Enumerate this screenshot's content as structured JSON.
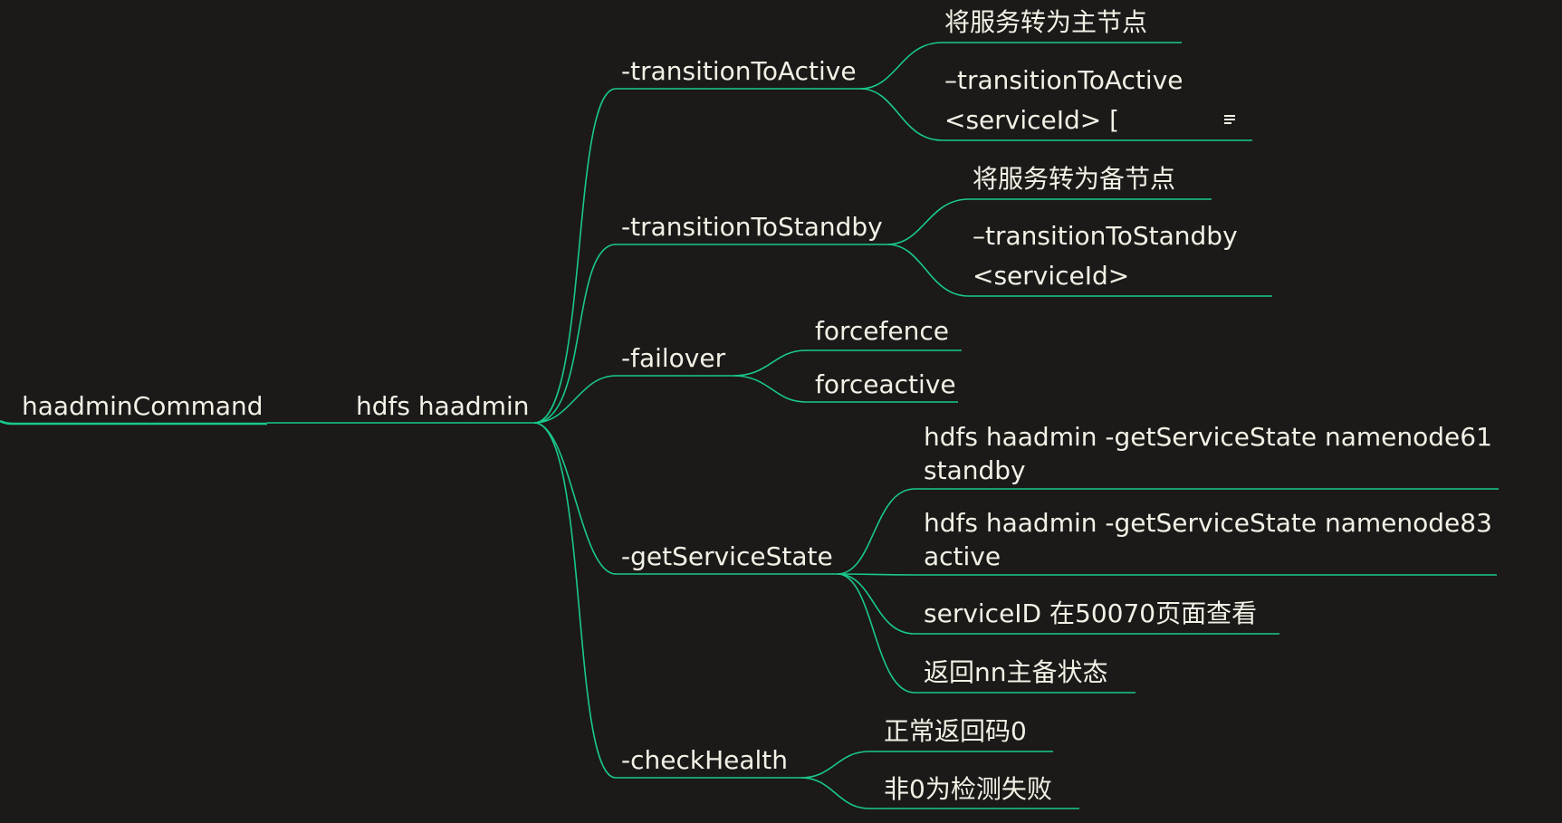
{
  "mindmap": {
    "root": "haadminCommand",
    "hub": "hdfs haadmin",
    "options": {
      "transitionToActive": {
        "label": "-transitionToActive",
        "children": [
          "将服务转为主节点",
          "–transitionToActive",
          "<serviceId> ["
        ]
      },
      "transitionToStandby": {
        "label": "-transitionToStandby",
        "children": [
          "将服务转为备节点",
          "–transitionToStandby",
          "<serviceId>"
        ]
      },
      "failover": {
        "label": "-failover",
        "children": [
          "forcefence",
          "forceactive"
        ]
      },
      "getServiceState": {
        "label": "-getServiceState",
        "children": [
          "hdfs haadmin -getServiceState namenode61",
          "standby",
          "hdfs haadmin -getServiceState namenode83",
          "active",
          "serviceID 在50070页面查看",
          "返回nn主备状态"
        ]
      },
      "checkHealth": {
        "label": "-checkHealth",
        "children": [
          "正常返回码0",
          "非0为检测失败"
        ]
      }
    },
    "icons": [
      "note-icon"
    ],
    "colors": {
      "background": "#1b1a18",
      "line": "#1ac98a",
      "text": "#f4f0e6"
    }
  }
}
